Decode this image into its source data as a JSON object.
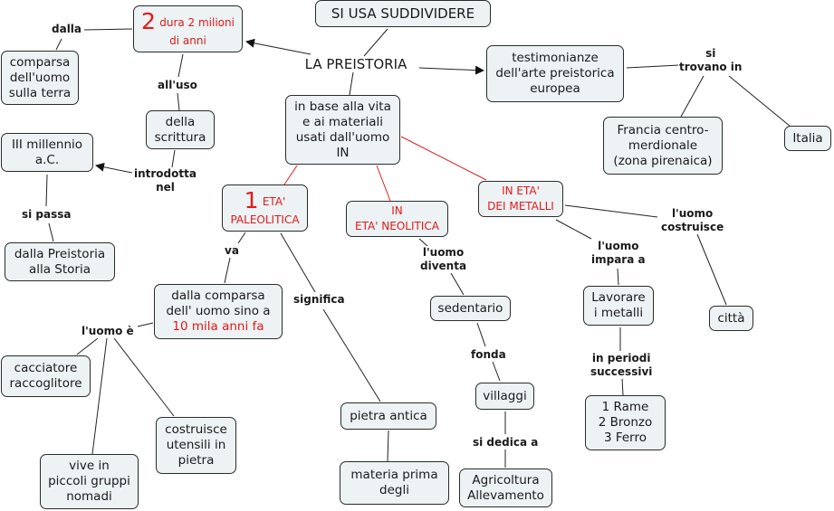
{
  "title": "LA PREISTORIA",
  "colors": {
    "node_fill": "#edf2f4",
    "node_border": "#2b2b2b",
    "accent_red": "#e01b1b",
    "link": "#222222"
  },
  "nodes": {
    "si_usa": [
      "SI USA SUDDIVIDERE"
    ],
    "preistoria": [
      "LA PREISTORIA"
    ],
    "durata": {
      "number": "2",
      "text": [
        "dura 2 milioni",
        "di anni"
      ]
    },
    "comparsa_uomo": [
      "comparsa",
      "dell'uomo",
      "sulla terra"
    ],
    "scrittura": [
      "della",
      "scrittura"
    ],
    "millennio": [
      "III millennio",
      "a.C."
    ],
    "preistoria_storia": [
      "dalla Preistoria",
      "alla Storia"
    ],
    "base_vita": [
      "in base alla vita",
      "e ai materiali",
      "usati dall'uomo",
      "IN"
    ],
    "testimonianze": [
      "testimonianze",
      "dell'arte preistorica",
      "europea"
    ],
    "francia": [
      "Francia centro-",
      "merdionale",
      "(zona pirenaica)"
    ],
    "italia": [
      "Italia"
    ],
    "paleolitica": {
      "number": "1",
      "text": [
        "ETA'",
        "PALEOLITICA"
      ]
    },
    "neolitica": [
      "IN",
      "ETA' NEOLITICA"
    ],
    "metalli": [
      "IN ETA'",
      "DEI METALLI"
    ],
    "dalla_comparsa": {
      "lines": [
        "dalla comparsa",
        "dell' uomo sino a"
      ],
      "red_line": "10 mila anni fa"
    },
    "cacciatore": [
      "cacciatore",
      "raccoglitore"
    ],
    "vive": [
      "vive in",
      "piccoli gruppi",
      "nomadi"
    ],
    "costruisce_utensili": [
      "costruisce",
      "utensili in",
      "pietra"
    ],
    "pietra_antica": [
      "pietra antica"
    ],
    "materia_prima": [
      "materia prima",
      "degli"
    ],
    "sedentario": [
      "sedentario"
    ],
    "villaggi": [
      "villaggi"
    ],
    "agricoltura": [
      "Agricoltura",
      "Allevamento"
    ],
    "lavorare": [
      "Lavorare",
      "i metalli"
    ],
    "periodi_list": [
      "1 Rame",
      "2 Bronzo",
      "3 Ferro"
    ],
    "citta": [
      "città"
    ]
  },
  "link_labels": {
    "dalla": "dalla",
    "all_uso": "all'uso",
    "introdotta_nel": [
      "introdotta",
      "nel"
    ],
    "si_passa": "si passa",
    "si_trovano_in": [
      "si",
      "trovano in"
    ],
    "va": "va",
    "significa": "significa",
    "l_uomo_e": "l'uomo è",
    "l_uomo_diventa": [
      "l'uomo",
      "diventa"
    ],
    "fonda": "fonda",
    "si_dedica_a": "si dedica a",
    "l_uomo_impara_a": [
      "l'uomo",
      "impara a"
    ],
    "l_uomo_costruisce": [
      "l'uomo",
      "costruisce"
    ],
    "in_periodi_successivi": [
      "in periodi",
      "successivi"
    ]
  }
}
